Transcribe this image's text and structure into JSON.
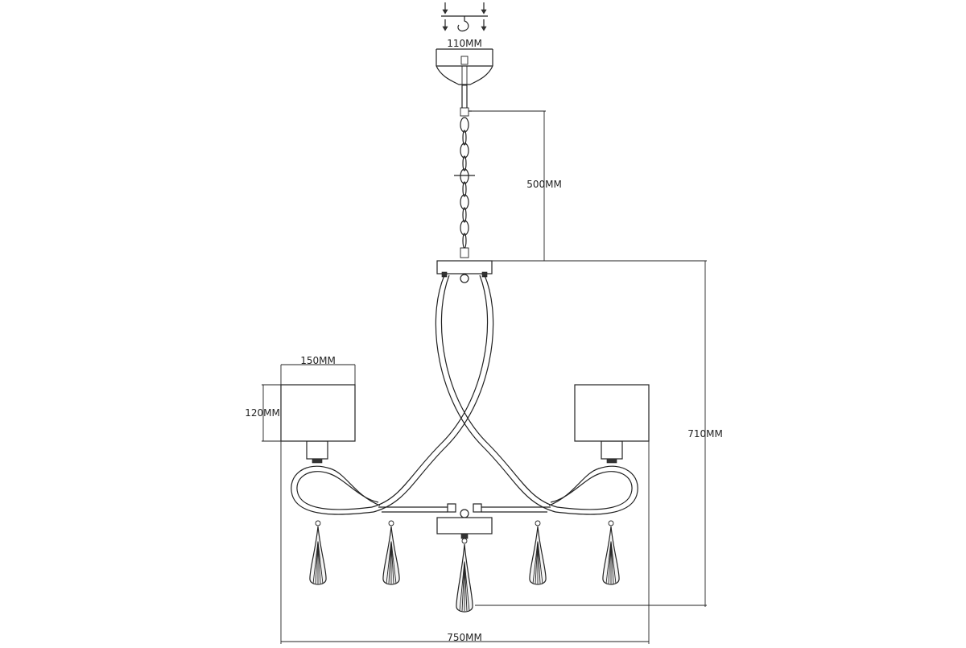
{
  "dimensions": {
    "canopy_width": "110MM",
    "chain_length": "500MM",
    "shade_width": "150MM",
    "shade_height": "120MM",
    "total_height": "710MM",
    "total_width": "750MM"
  },
  "colors": {
    "line": "#222222",
    "background": "#ffffff"
  }
}
